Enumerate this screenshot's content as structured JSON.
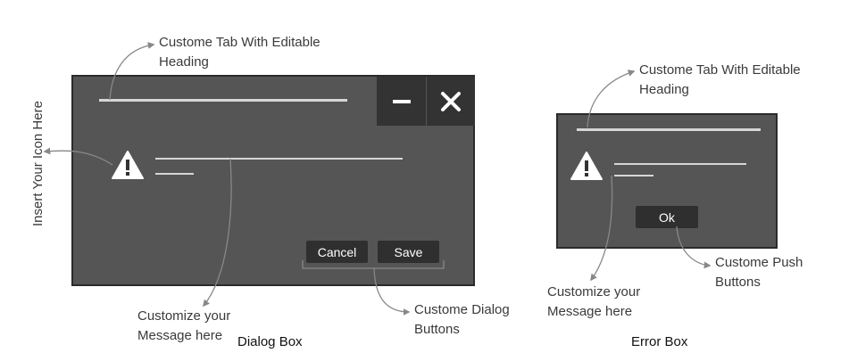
{
  "left_callouts": {
    "tab_heading": "Custome Tab With Editable\nHeading",
    "icon_hint": "Insert Your Icon Here",
    "message": "Customize your\nMessage here",
    "buttons": "Custome Dialog\nButtons"
  },
  "dialog": {
    "caption": "Dialog Box",
    "cancel_label": "Cancel",
    "save_label": "Save",
    "minimize_glyph": "−",
    "close_glyph": "✕"
  },
  "right_callouts": {
    "tab_heading": "Custome Tab With Editable\nHeading",
    "message": "Customize your\nMessage here",
    "push_buttons": "Custome Push\nButtons"
  },
  "error": {
    "caption": "Error Box",
    "ok_label": "Ok"
  },
  "colors": {
    "panel": "#555555",
    "border": "#2b2b2b",
    "titlebar_buttons": "#333333",
    "button": "#2f2f2f",
    "line": "#d6d6d6",
    "connector": "#888888"
  },
  "icons": [
    "warning-icon",
    "minimize-icon",
    "close-icon"
  ]
}
